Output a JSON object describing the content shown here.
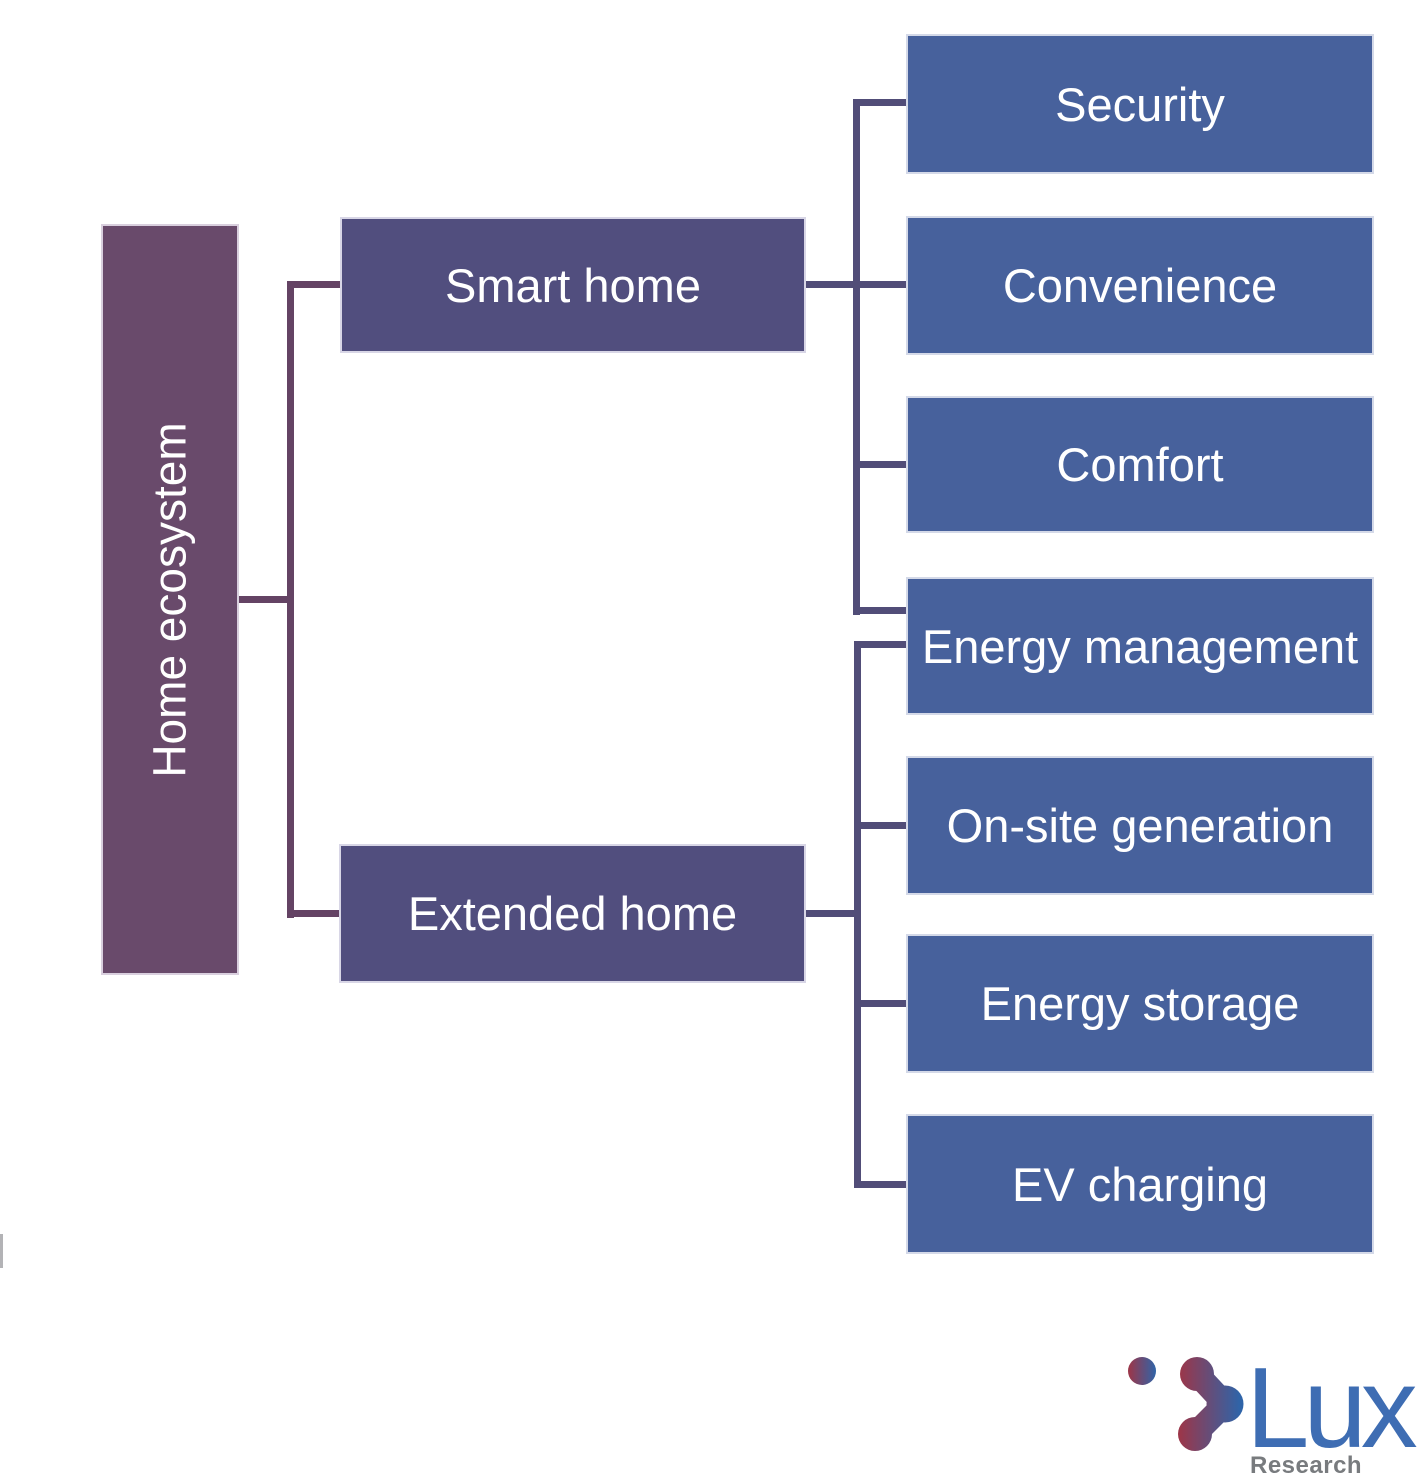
{
  "colors": {
    "root_box": "#694a6b",
    "branch_box": "#514e7e",
    "leaf_box": "#47619c",
    "connector_left": "#644364",
    "connector_right": "#514d78",
    "box_text": "#ffffff",
    "logo_blue": "#3e6db3",
    "logo_red": "#9e3547",
    "logo_gray": "#787b7e"
  },
  "tree": {
    "root": {
      "label": "Home ecosystem"
    },
    "branches": [
      {
        "label": "Smart home"
      },
      {
        "label": "Extended home"
      }
    ],
    "leaves": [
      {
        "label": "Security"
      },
      {
        "label": "Convenience"
      },
      {
        "label": "Comfort"
      },
      {
        "label": "Energy management"
      },
      {
        "label": "On-site generation"
      },
      {
        "label": "Energy storage"
      },
      {
        "label": "EV charging"
      }
    ],
    "edges": [
      [
        "Home ecosystem",
        "Smart home"
      ],
      [
        "Home ecosystem",
        "Extended home"
      ],
      [
        "Smart home",
        "Security"
      ],
      [
        "Smart home",
        "Convenience"
      ],
      [
        "Smart home",
        "Comfort"
      ],
      [
        "Smart home",
        "Energy management"
      ],
      [
        "Extended home",
        "Energy management"
      ],
      [
        "Extended home",
        "On-site generation"
      ],
      [
        "Extended home",
        "Energy storage"
      ],
      [
        "Extended home",
        "EV charging"
      ]
    ]
  },
  "logo": {
    "brand": "Lux",
    "subtitle": "Research"
  }
}
